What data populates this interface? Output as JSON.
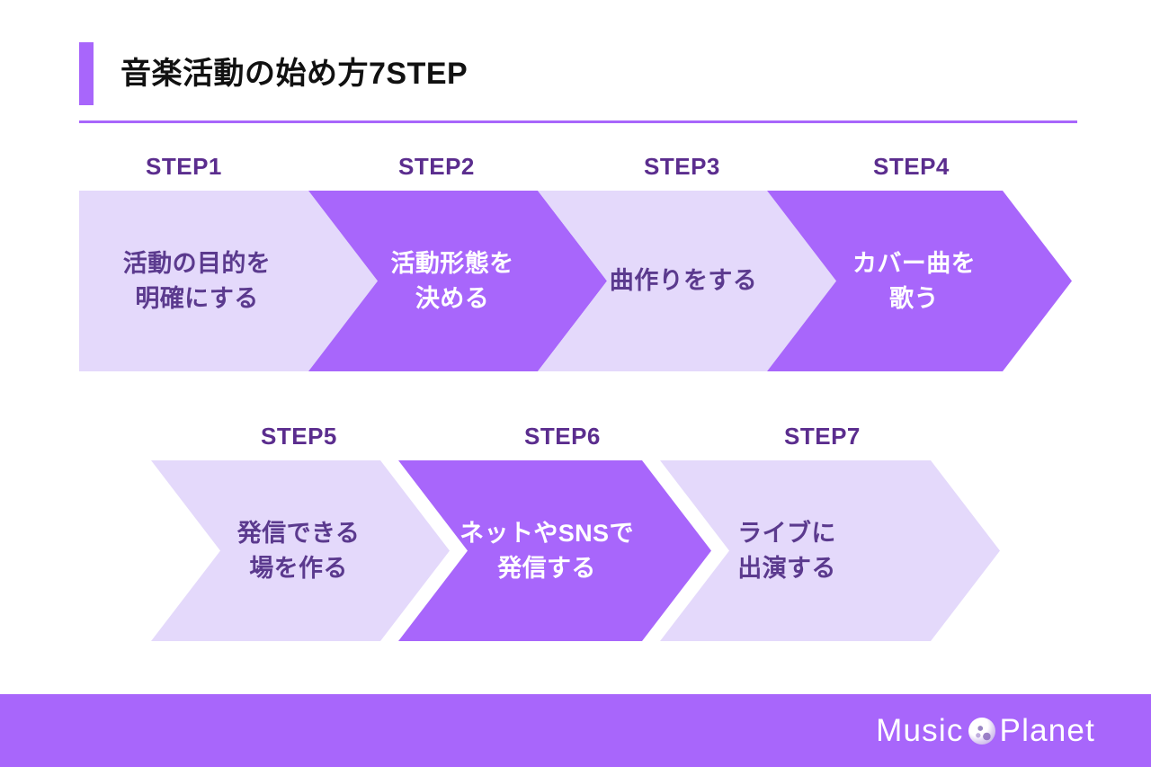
{
  "header": {
    "title": "音楽活動の始め方7STEP",
    "accent_color": "#a866fb",
    "rule_color": "#a866fb"
  },
  "colors": {
    "arrow_light": "#e4d9fb",
    "arrow_dark": "#a866fb",
    "text_dark_purple": "#5b3a8e",
    "label_purple": "#5b2d8e",
    "text_on_dark": "#ffffff",
    "footer_bg": "#a866fb",
    "page_bg": "#ffffff"
  },
  "rows": [
    {
      "name": "row-1",
      "steps": [
        {
          "label": "STEP1",
          "text": "活動の目的を\n明確にする",
          "tone": "light"
        },
        {
          "label": "STEP2",
          "text": "活動形態を\n決める",
          "tone": "dark"
        },
        {
          "label": "STEP3",
          "text": "曲作りをする",
          "tone": "light"
        },
        {
          "label": "STEP4",
          "text": "カバー曲を\n歌う",
          "tone": "dark"
        }
      ]
    },
    {
      "name": "row-2",
      "steps": [
        {
          "label": "STEP5",
          "text": "発信できる\n場を作る",
          "tone": "light"
        },
        {
          "label": "STEP6",
          "text": "ネットやSNSで\n発信する",
          "tone": "dark"
        },
        {
          "label": "STEP7",
          "text": "ライブに\n出演する",
          "tone": "light"
        }
      ]
    }
  ],
  "footer": {
    "logo_left": "Music",
    "logo_right": "Planet",
    "planet_icon": "planet-icon"
  }
}
